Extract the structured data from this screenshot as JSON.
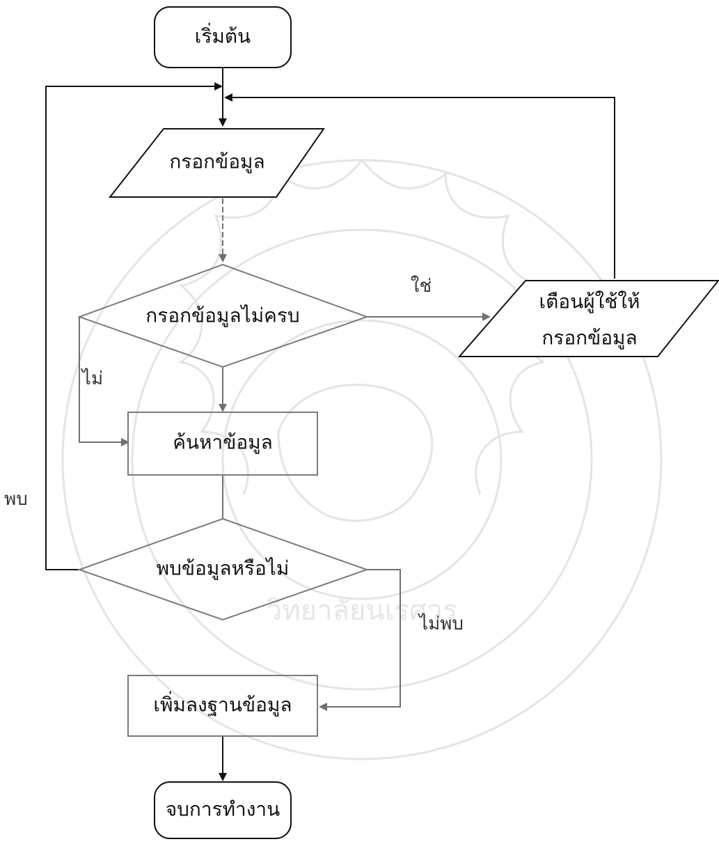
{
  "nodes": {
    "start": "เริ่มต้น",
    "input": "กรอกข้อมูล",
    "check_incomplete": "กรอกข้อมูลไม่ครบ",
    "warn_line1": "เตือนผู้ใช้ให้",
    "warn_line2": "กรอกข้อมูล",
    "search": "ค้นหาข้อมูล",
    "check_found": "พบข้อมูลหรือไม่",
    "add": "เพิ่มลงฐานข้อมูล",
    "end": "จบการทำงาน"
  },
  "edge_labels": {
    "yes": "ใช่",
    "no": "ไม่",
    "found": "พบ",
    "not_found": "ไม่พบ"
  },
  "watermark": {
    "text": "วิทยาลัยนเรศวร"
  },
  "colors": {
    "strong": "#111111",
    "soft": "#7a7a7a",
    "watermark": "#e4e4e4"
  }
}
